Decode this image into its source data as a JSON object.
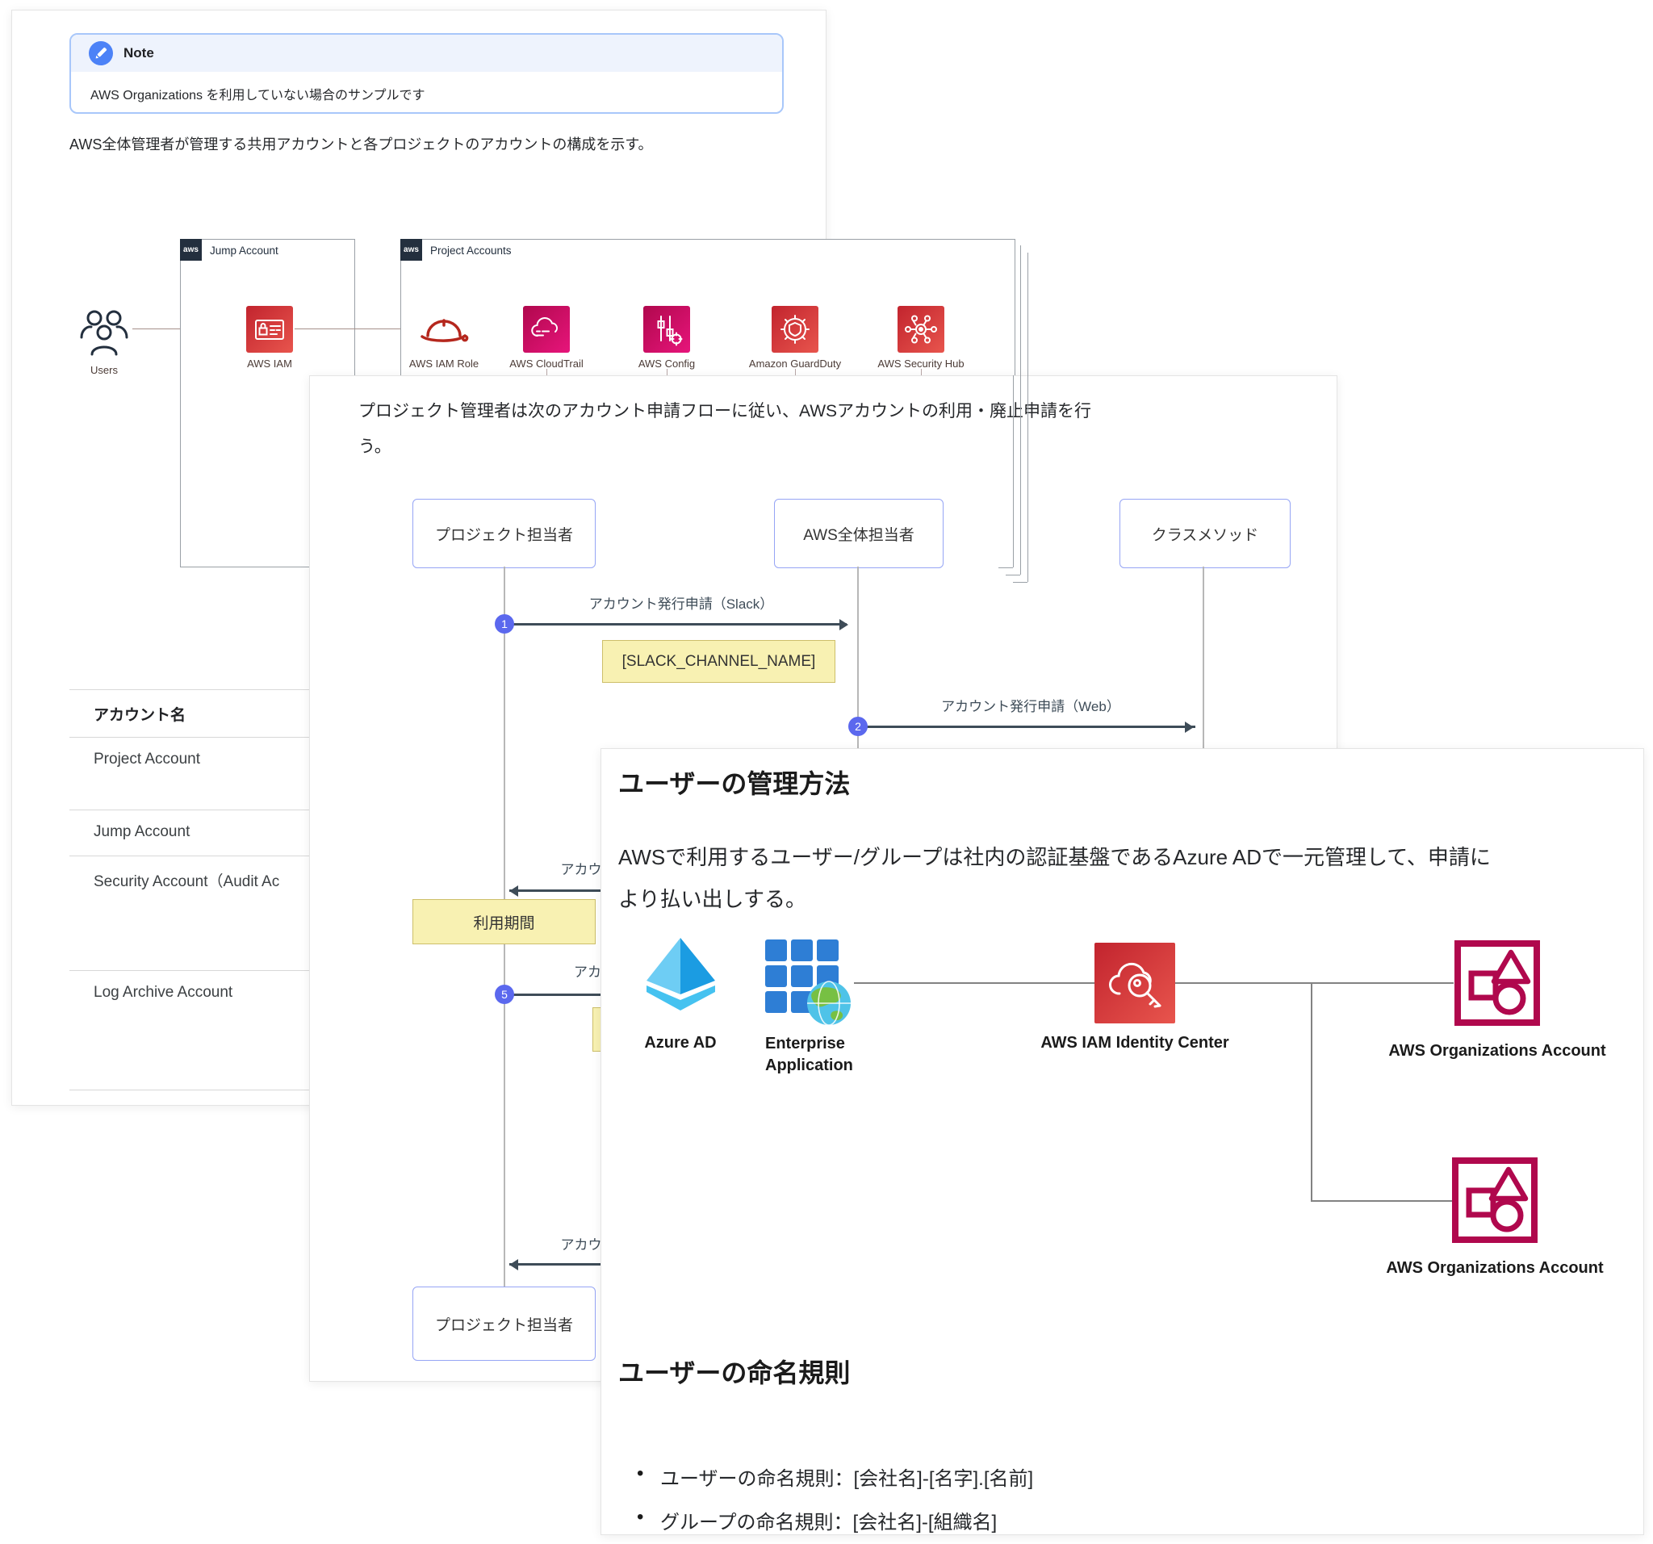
{
  "colors": {
    "note_border": "#a8c7fa",
    "note_header_bg": "#eef3fd",
    "note_icon_blue": "#4c82f7",
    "aws_dark": "#232f3e",
    "aws_red": "#c2242e",
    "aws_pink": "#b0084d",
    "org_crimson": "#b0084d",
    "seq_box_border": "#96a5f5",
    "seq_arrow": "#3e4c58",
    "seq_number_circle": "#5b68ee",
    "note_yellow_bg": "#f8f1b2",
    "azure_blue": "#1b9ce2"
  },
  "back_panel": {
    "note": {
      "title": "Note",
      "body": "AWS Organizations を利用していない場合のサンプルです"
    },
    "intro": "AWS全体管理者が管理する共用アカウントと各プロジェクトのアカウントの構成を示す。",
    "diagram": {
      "aws_logo": "aws",
      "users_label": "Users",
      "jump_account_label": "Jump Account",
      "aws_iam_label": "AWS IAM",
      "project_accounts_label": "Project Accounts",
      "services": [
        {
          "label": "AWS IAM Role"
        },
        {
          "label": "AWS CloudTrail"
        },
        {
          "label": "AWS Config"
        },
        {
          "label": "Amazon GuardDuty"
        },
        {
          "label": "AWS Security Hub"
        }
      ]
    },
    "table": {
      "header": "アカウント名",
      "rows": [
        "Project Account",
        "Jump Account",
        "Security Account（Audit Ac",
        "Log Archive Account"
      ]
    }
  },
  "middle_panel": {
    "intro": "プロジェクト管理者は次のアカウント申請フローに従い、AWSアカウントの利用・廃止申請を行う。",
    "actors": [
      "プロジェクト担当者",
      "AWS全体担当者",
      "クラスメソッド"
    ],
    "bottom_actor": "プロジェクト担当者",
    "messages": {
      "m1": {
        "num": "1",
        "label": "アカウント発行申請（Slack）"
      },
      "m2": {
        "num": "2",
        "label": "アカウント発行申請（Web）"
      },
      "m5": {
        "num": "5"
      }
    },
    "notes": {
      "slack_channel": "[SLACK_CHANNEL_NAME]",
      "usage_period": "利用期間"
    },
    "fragments": {
      "f1": "アカウ",
      "f2": "アカ",
      "f3": "アカウ"
    }
  },
  "front_panel": {
    "heading": "ユーザーの管理方法",
    "body": "AWSで利用するユーザー/グループは社内の認証基盤であるAzure ADで一元管理して、申請により払い出しする。",
    "diagram": {
      "azure_ad": "Azure AD",
      "enterprise_app": "Enterprise Application",
      "identity_center": "AWS IAM Identity Center",
      "org_account_1": "AWS Organizations Account",
      "org_account_2": "AWS Organizations Account"
    },
    "naming": {
      "heading": "ユーザーの命名規則",
      "bullets": [
        "ユーザーの命名規則：[会社名]-[名字].[名前]",
        "グループの命名規則：[会社名]-[組織名]"
      ]
    }
  }
}
